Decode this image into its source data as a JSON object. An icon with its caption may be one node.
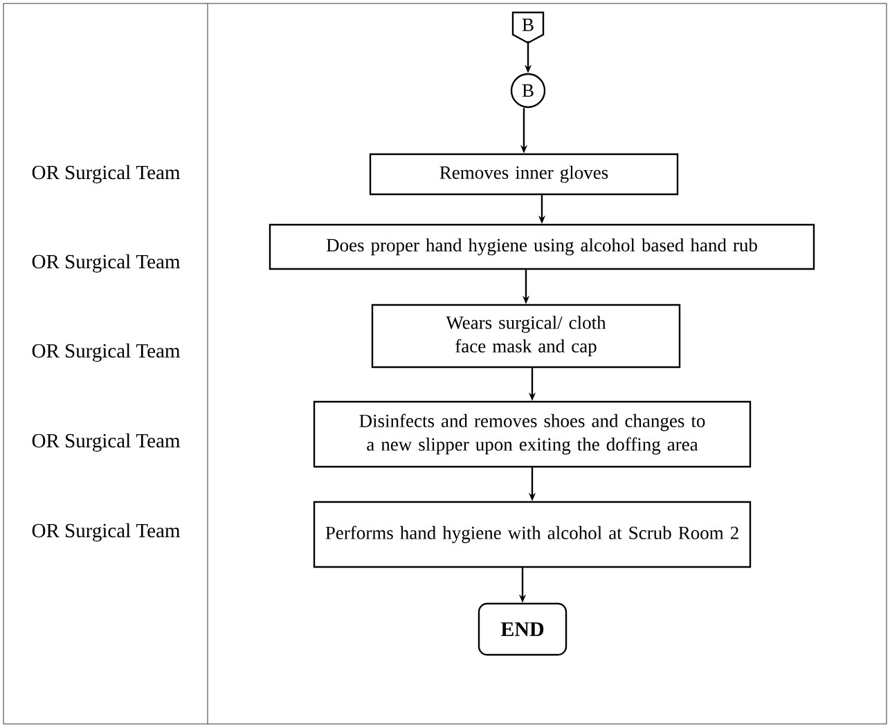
{
  "diagram": {
    "nodes": [
      {
        "text": [
          "B"
        ]
      },
      {
        "text": [
          "B"
        ]
      },
      {
        "text": [
          "Removes inner gloves"
        ]
      },
      {
        "text": [
          "Does proper hand hygiene using alcohol based hand rub"
        ]
      },
      {
        "text": [
          "Wears surgical/ cloth face mask and cap"
        ]
      },
      {
        "text": [
          "Disinfects and removes shoes and changes to a new slipper upon exiting the doffing area"
        ]
      },
      {
        "text": [
          "Performs hand hygiene with alcohol at Scrub Room 2"
        ]
      },
      {
        "text": [
          "END"
        ]
      }
    ],
    "edges": [
      {
        "from": 0,
        "to": 1,
        "arrow": "to"
      },
      {
        "from": 1,
        "to": 2,
        "arrow": "to"
      },
      {
        "from": 2,
        "to": 3,
        "arrow": "to"
      },
      {
        "from": 3,
        "to": 4,
        "arrow": "to"
      },
      {
        "from": 4,
        "to": 5,
        "arrow": "to"
      },
      {
        "from": 5,
        "to": 6,
        "arrow": "to"
      },
      {
        "from": 6,
        "to": 7,
        "arrow": "to"
      }
    ],
    "labels": [
      "OR Surgical Team",
      "OR Surgical Team",
      "OR Surgical Team",
      "OR Surgical Team",
      "OR Surgical Team"
    ]
  }
}
